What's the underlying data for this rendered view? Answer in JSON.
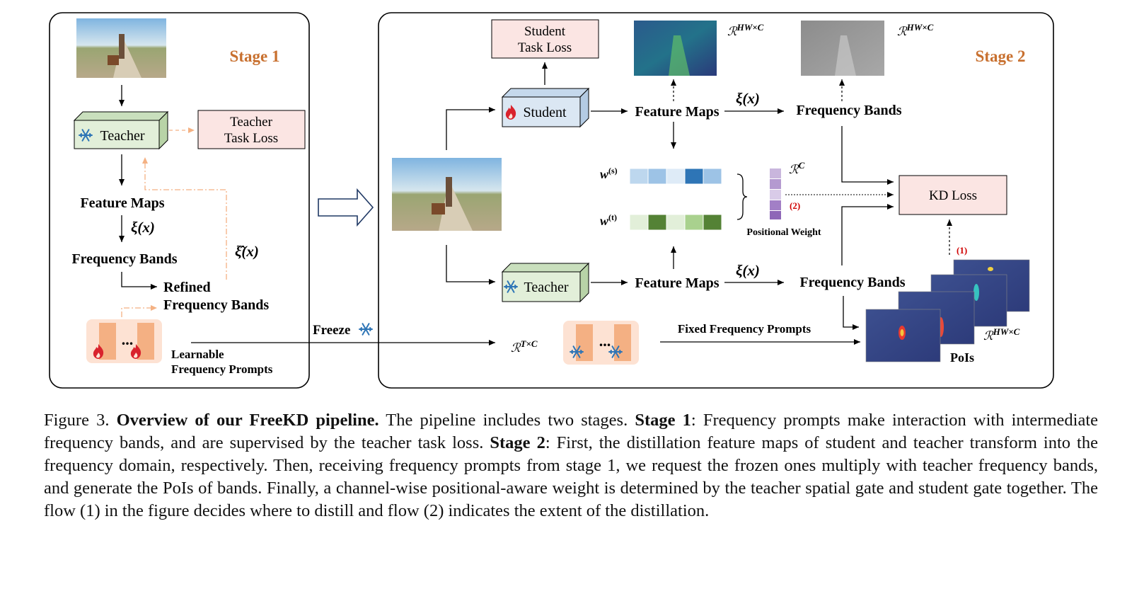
{
  "stage1": {
    "title": "Stage 1",
    "teacher": "Teacher",
    "teacher_task_loss": [
      "Teacher",
      "Task Loss"
    ],
    "feature_maps": "Feature Maps",
    "xi": "ξ(x)",
    "xi_hat": "ξ̂(x)",
    "frequency_bands": "Frequency Bands",
    "refined": [
      "Refined",
      "Frequency Bands"
    ],
    "prompt_dots": "...",
    "learnable": [
      "Learnable",
      "Frequency Prompts"
    ]
  },
  "freeze": "Freeze",
  "stage2": {
    "title": "Stage 2",
    "student_task_loss": [
      "Student",
      "Task Loss"
    ],
    "student": "Student",
    "teacher": "Teacher",
    "feature_maps": "Feature Maps",
    "xi": "ξ(x)",
    "frequency_bands": "Frequency Bands",
    "r_hwc": "HW×C",
    "r_c": "C",
    "r_tc": "T×C",
    "w_s": "w(s)",
    "w_t": "w(t)",
    "positional_weight": "Positional Weight",
    "flow2": "(2)",
    "flow1": "(1)",
    "kd_loss": "KD Loss",
    "fixed_prompts": "Fixed Frequency Prompts",
    "prompt_dots": "...",
    "pois": "PoIs"
  },
  "caption": {
    "fig": "Figure 3.",
    "title": "Overview of our FreeKD pipeline.",
    "t1": "The pipeline includes two stages.",
    "s1": "Stage 1",
    "t2": ": Frequency prompts make interaction with intermediate frequency bands, and are supervised by the teacher task loss.",
    "s2": "Stage 2",
    "t3": ": First, the distillation feature maps of student and teacher transform into the frequency domain, respectively. Then, receiving frequency prompts from stage 1, we request the frozen ones multiply with teacher frequency bands, and generate the PoIs of bands. Finally, a channel-wise positional-aware weight is determined by the teacher spatial gate and student gate together. The flow (1) in the figure decides where to distill and flow (2) indicates the extent of the distillation."
  },
  "colors": {
    "stage_title": "#c8702f",
    "student_box": "#dbe7f3",
    "teacher_box": "#e2efd9",
    "loss_box": "#fbe5e3",
    "prompt_bg": "#fde2d3",
    "prompt_bar": "#f4b083",
    "flow_red": "#d00000",
    "dashed_orange": "#f4b183"
  }
}
